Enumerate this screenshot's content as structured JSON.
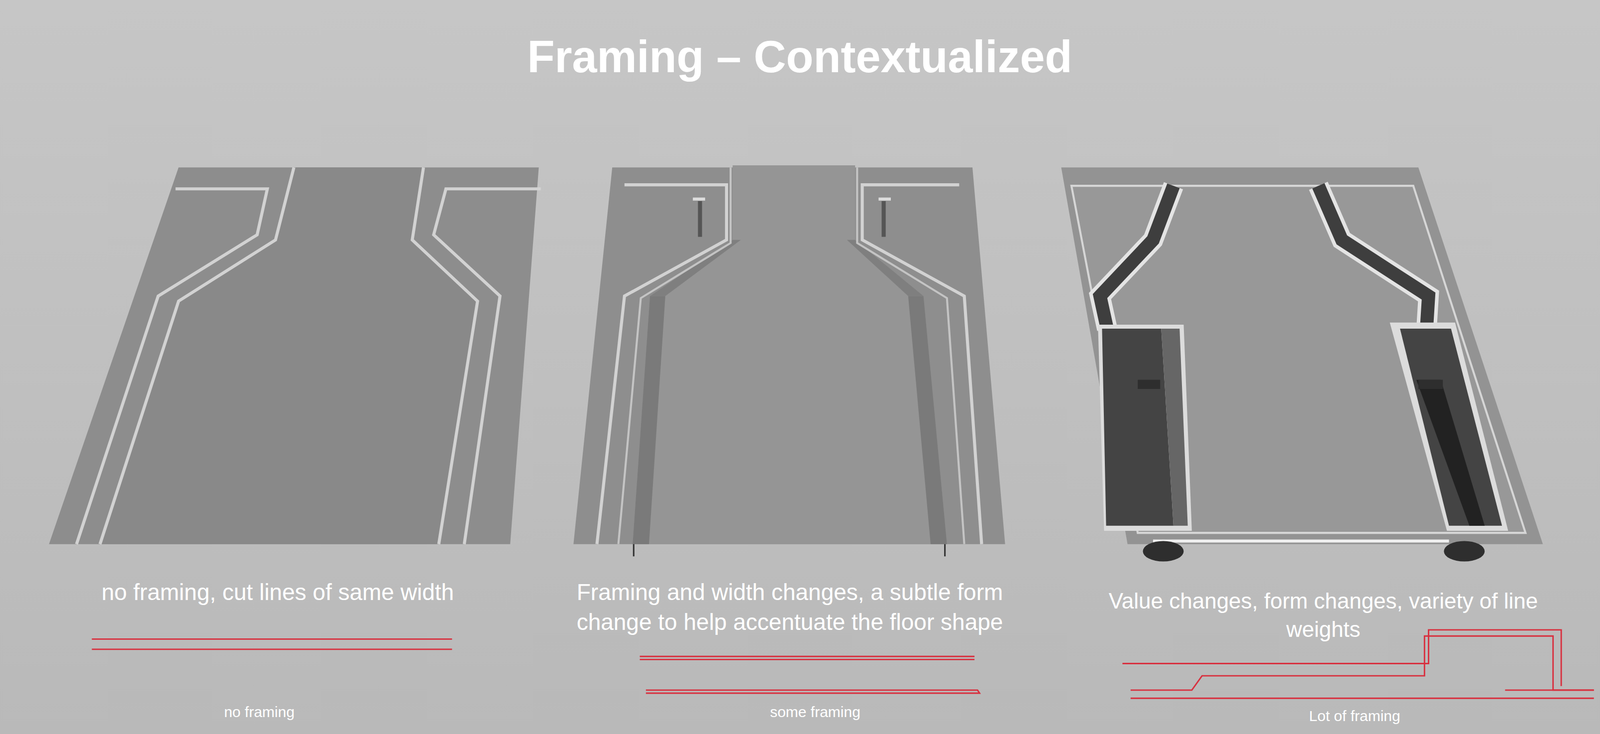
{
  "diagram": {
    "title": "Framing – Contextualized",
    "labels": [
      "no framing, cut lines of same width",
      "Framing and width changes, a subtle form change to help accentuate the floor shape",
      "Value changes, form changes, variety of line weights",
      "no framing",
      "some framing",
      "Lot of framing"
    ]
  }
}
